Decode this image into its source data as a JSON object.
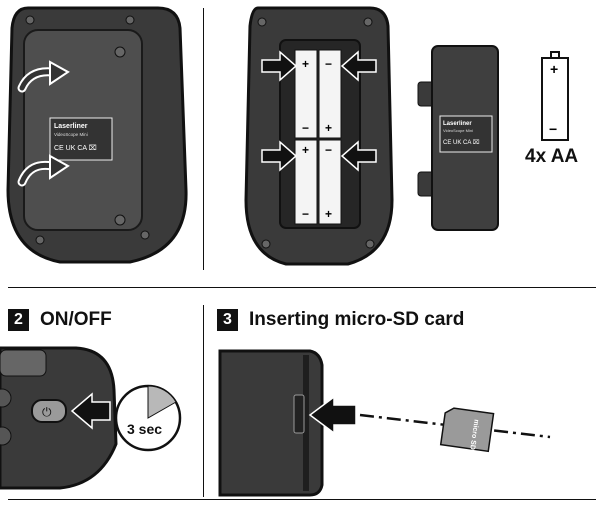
{
  "battery_panel": {
    "brand": "Laserliner",
    "model_line": "VideoScope Mini",
    "marks": "CE UK CA ⌧",
    "battery_count": "4x AA",
    "polarity_plus": "+",
    "polarity_minus": "−"
  },
  "section_on_off": {
    "number": "2",
    "title": "ON/OFF",
    "hold_time": "3 sec",
    "power_symbol": "⏻"
  },
  "section_sd": {
    "number": "3",
    "title": "Inserting micro-SD card",
    "card_label": "micro SD"
  },
  "colors": {
    "device_body": "#3a3a3a",
    "device_panel": "#525252",
    "battery_white": "#f4f4f4",
    "card_gray": "#9a9a9a",
    "timer_fill": "#b8b8b8"
  }
}
